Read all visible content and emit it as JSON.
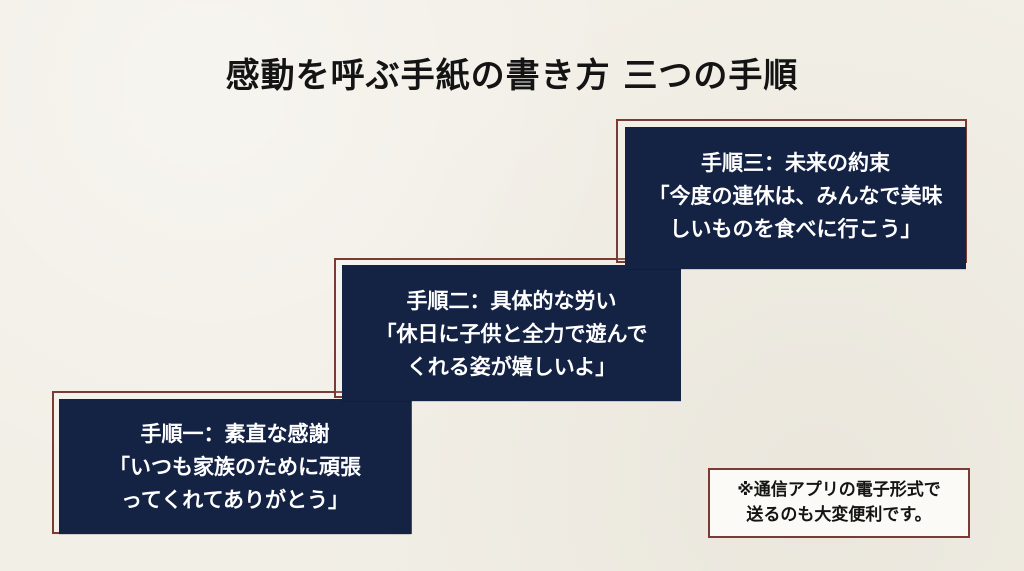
{
  "title": "感動を呼ぶ手紙の書き方 三つの手順",
  "steps": [
    {
      "heading": "手順一：素直な感謝",
      "lines": [
        "「いつも家族のために頑張",
        "ってくれてありがとう」"
      ]
    },
    {
      "heading": "手順二：具体的な労い",
      "lines": [
        "「休日に子供と全力で遊んで",
        "くれる姿が嬉しいよ」"
      ]
    },
    {
      "heading": "手順三：未来の約束",
      "lines": [
        "「今度の連休は、みんなで美味",
        "しいものを食べに行こう」"
      ]
    }
  ],
  "note": {
    "lines": [
      "※通信アプリの電子形式で",
      "送るのも大変便利です。"
    ]
  },
  "colors": {
    "background": "#f2efe7",
    "card": "#142244",
    "frame": "#7a3b34",
    "text_light": "#ffffff",
    "text_dark": "#141414"
  }
}
